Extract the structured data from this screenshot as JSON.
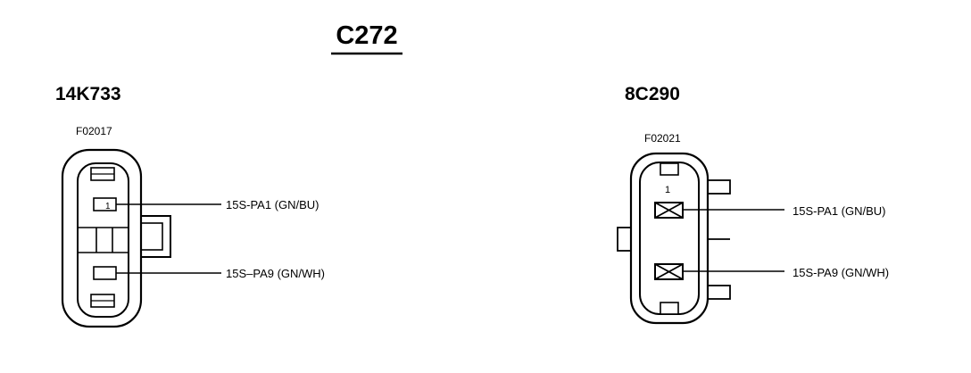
{
  "diagram": {
    "title": "C272",
    "left_connector": {
      "name": "14K733",
      "part_number": "F02017",
      "pin_label": "1",
      "wires": [
        {
          "label": "15S-PA1 (GN/BU)"
        },
        {
          "label": "15S–PA9 (GN/WH)"
        }
      ]
    },
    "right_connector": {
      "name": "8C290",
      "part_number": "F02021",
      "pin_label": "1",
      "wires": [
        {
          "label": "15S-PA1 (GN/BU)"
        },
        {
          "label": "15S-PA9 (GN/WH)"
        }
      ]
    }
  }
}
